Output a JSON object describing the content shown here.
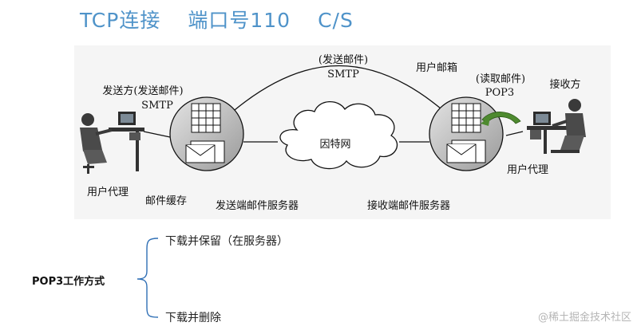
{
  "title": {
    "protocol": "TCP连接",
    "port": "端口号110",
    "model": "C/S"
  },
  "diagram": {
    "sender": {
      "role": "发送方(发送邮件)",
      "protocol": "SMTP",
      "agent": "用户代理"
    },
    "send_server": {
      "cache": "邮件缓存",
      "name": "发送端邮件服务器"
    },
    "smtp_link": {
      "action": "(发送邮件)",
      "protocol": "SMTP"
    },
    "internet": "因特网",
    "receive_server": {
      "mailbox": "用户邮箱",
      "name": "接收端邮件服务器"
    },
    "pop_link": {
      "action": "(读取邮件)",
      "protocol": "POP3"
    },
    "receiver": {
      "role": "接收方",
      "agent": "用户代理"
    }
  },
  "pop3_modes": {
    "label": "POP3工作方式",
    "options": [
      "下载并保留（在服务器）",
      "下载并删除"
    ]
  },
  "watermark": "@稀土掘金技术社区",
  "colors": {
    "title": "#4f93c9",
    "pop_arrow": "#4e8a2f",
    "bracket": "#2f6fb5",
    "panel": "#f5f5f5"
  }
}
